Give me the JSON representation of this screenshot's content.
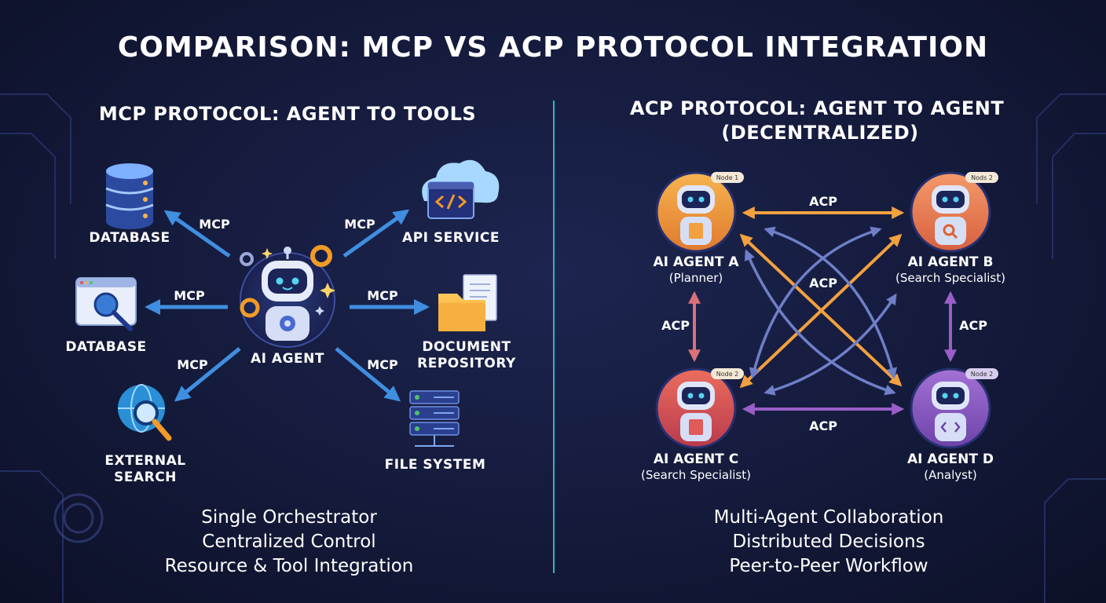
{
  "title": "COMPARISON: MCP VS ACP PROTOCOL INTEGRATION",
  "mcp": {
    "heading": "MCP PROTOCOL: AGENT TO TOOLS",
    "center_label": "AI AGENT",
    "edge_label": "MCP",
    "tools": {
      "database_top": {
        "label": "DATABASE",
        "icon": "database-icon"
      },
      "database_mid": {
        "label": "DATABASE",
        "icon": "browser-magnifier-icon"
      },
      "external_search": {
        "label1": "EXTERNAL",
        "label2": "SEARCH",
        "icon": "globe-search-icon"
      },
      "api_service": {
        "label": "API SERVICE",
        "icon": "cloud-code-icon"
      },
      "document_repository": {
        "label1": "DOCUMENT",
        "label2": "REPOSITORY",
        "icon": "folder-document-icon"
      },
      "file_system": {
        "label": "FILE SYSTEM",
        "icon": "server-rack-icon"
      }
    },
    "footer": [
      "Single Orchestrator",
      "Centralized Control",
      "Resource & Tool Integration"
    ]
  },
  "acp": {
    "heading_line1": "ACP PROTOCOL: AGENT TO AGENT",
    "heading_line2": "(DECENTRALIZED)",
    "edge_label": "ACP",
    "agents": {
      "a": {
        "name": "AI AGENT A",
        "role": "(Planner)",
        "tag": "Node 1",
        "color": "#f0a341"
      },
      "b": {
        "name": "AI AGENT B",
        "role": "(Search Specialist)",
        "tag": "Nods 2",
        "color": "#ec8a62"
      },
      "c": {
        "name": "AI AGENT C",
        "role": "(Search Specialist)",
        "tag": "Node 2",
        "color": "#e05a5a"
      },
      "d": {
        "name": "AI AGENT D",
        "role": "(Analyst)",
        "tag": "Node 2",
        "color": "#8a5cc2"
      }
    },
    "footer": [
      "Multi-Agent Collaboration",
      "Distributed Decisions",
      "Peer-to-Peer Workflow"
    ]
  },
  "colors": {
    "mcp_arrow": "#3f8ee0",
    "acp_orange": "#f2a13f",
    "acp_blue": "#6f7fc8",
    "acp_pink": "#d9707a",
    "acp_purple": "#9a5ec8",
    "divider": "#2fb3c8"
  }
}
